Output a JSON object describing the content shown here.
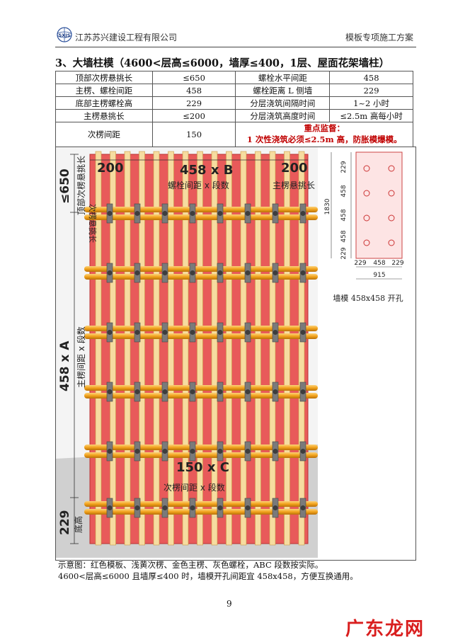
{
  "header": {
    "logo_text": "SXJS",
    "company": "江苏苏兴建设工程有限公司",
    "doc_title": "模板专项施工方案"
  },
  "section_title": "3、大墙柱模（4600<层高≤6000，墙厚≤400，1层、屋面花架墙柱）",
  "table": {
    "rows": [
      [
        "顶部次楞悬挑长",
        "≤650",
        "螺栓水平间距",
        "458"
      ],
      [
        "主楞、螺栓间距",
        "458",
        "螺栓距离 L 侧墙",
        "229"
      ],
      [
        "底部主楞螺栓高",
        "229",
        "分层浇筑间隔时间",
        "1~2 小时"
      ],
      [
        "主楞悬挑长",
        "≤200",
        "分层浇筑高度时间",
        "≤2.5m 高每小时"
      ],
      [
        "次楞间距",
        "150"
      ]
    ],
    "alert_title": "重点监督：",
    "alert_text": "1 次性浇筑必须≤2.5m 高，防胀模爆模。"
  },
  "figure": {
    "top_left": "200",
    "top_mid": "458 x B",
    "top_mid_sub": "螺栓间距 x 段数",
    "top_right": "200",
    "top_right_sub": "主楞悬挑长",
    "left_top_dim": "≤650",
    "left_top_sub": "顶部次楞悬挑长",
    "left_top_sub2": "次楞悬挑长",
    "left_mid_dim": "458 x A",
    "left_mid_sub": "主楞间距 x 段数",
    "bottom_mid": "150 x C",
    "bottom_mid_sub": "次楞间距 x 段数",
    "left_bottom_dim": "229",
    "left_bottom_sub": "底高"
  },
  "hole_diagram": {
    "v_labels": [
      "229",
      "458",
      "458",
      "458",
      "229"
    ],
    "v_total": "1830",
    "h_labels": [
      "229",
      "458",
      "229"
    ],
    "h_total": "915",
    "caption": "墙模 458x458 开孔"
  },
  "caption_line1": "示意图：红色模板、浅黄次楞、金色主楞、灰色螺栓，ABC 段数按实际。",
  "caption_line2": "4600<层高≤6000 且墙厚≤400 时，墙模开孔间距宜 458x458，方便互换通用。",
  "page_number": "9",
  "watermark": "广东龙网",
  "colors": {
    "formwork": "#e85a5a",
    "secondary_beam": "#f5d38a",
    "main_beam": "#f2a31c",
    "bolt": "#777777",
    "alert": "#c00000"
  }
}
